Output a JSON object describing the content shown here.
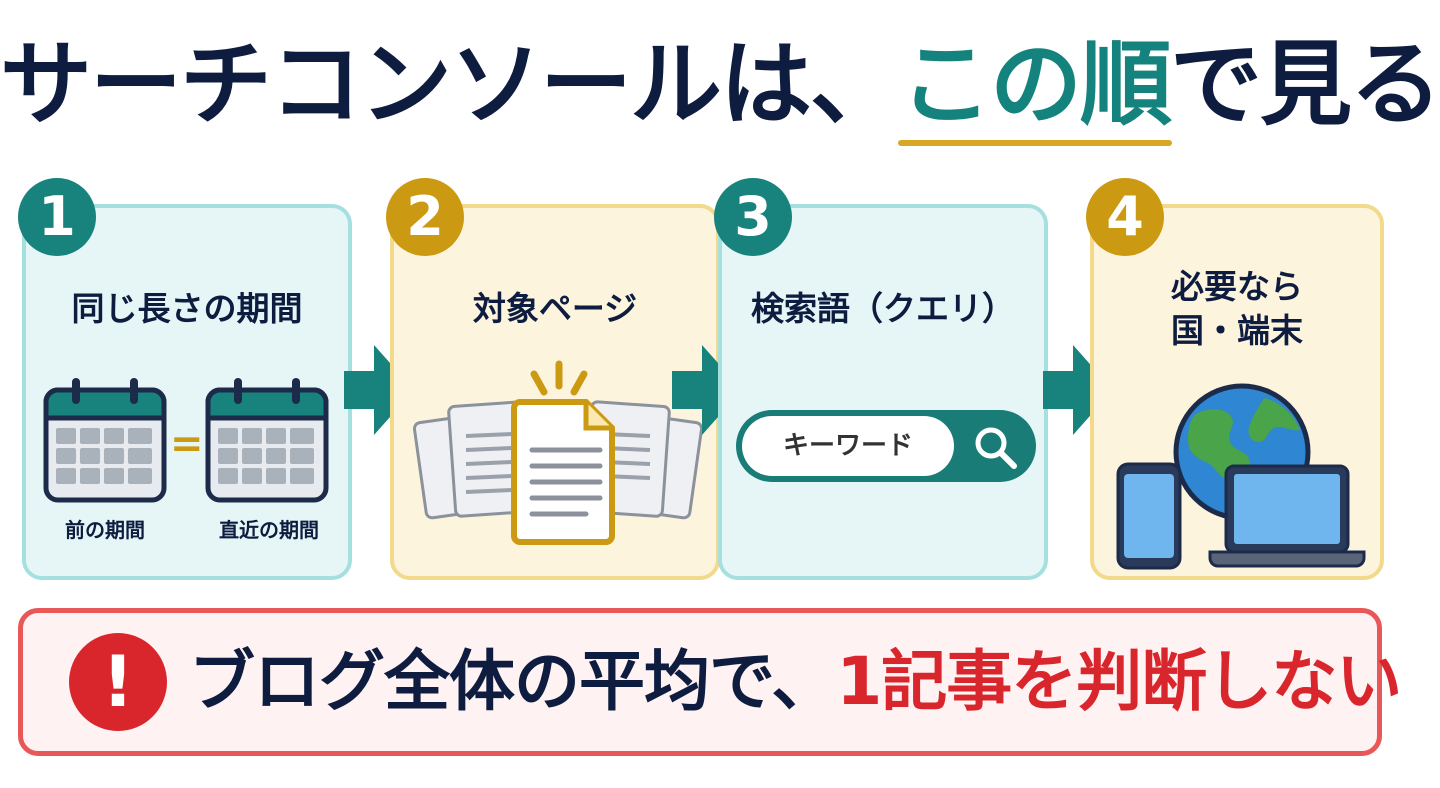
{
  "header": {
    "title_prefix": "サーチコンソールは、",
    "title_highlight": "この順",
    "title_suffix": "で見る"
  },
  "steps": [
    {
      "number": "1",
      "title": "同じ長さの期間",
      "calendar_left_label": "前の期間",
      "calendar_right_label": "直近の期間",
      "equals": "="
    },
    {
      "number": "2",
      "title": "対象ページ"
    },
    {
      "number": "3",
      "title": "検索語（クエリ）",
      "search_placeholder": "キーワード"
    },
    {
      "number": "4",
      "title_line1": "必要なら",
      "title_line2": "国・端末"
    }
  ],
  "warning": {
    "icon": "!",
    "text_main": "ブログ全体の平均で、",
    "text_red": "1記事を判断しない"
  },
  "colors": {
    "navy": "#0d1c3f",
    "teal": "#17837c",
    "gold": "#cc9a12",
    "red": "#d8262c"
  }
}
